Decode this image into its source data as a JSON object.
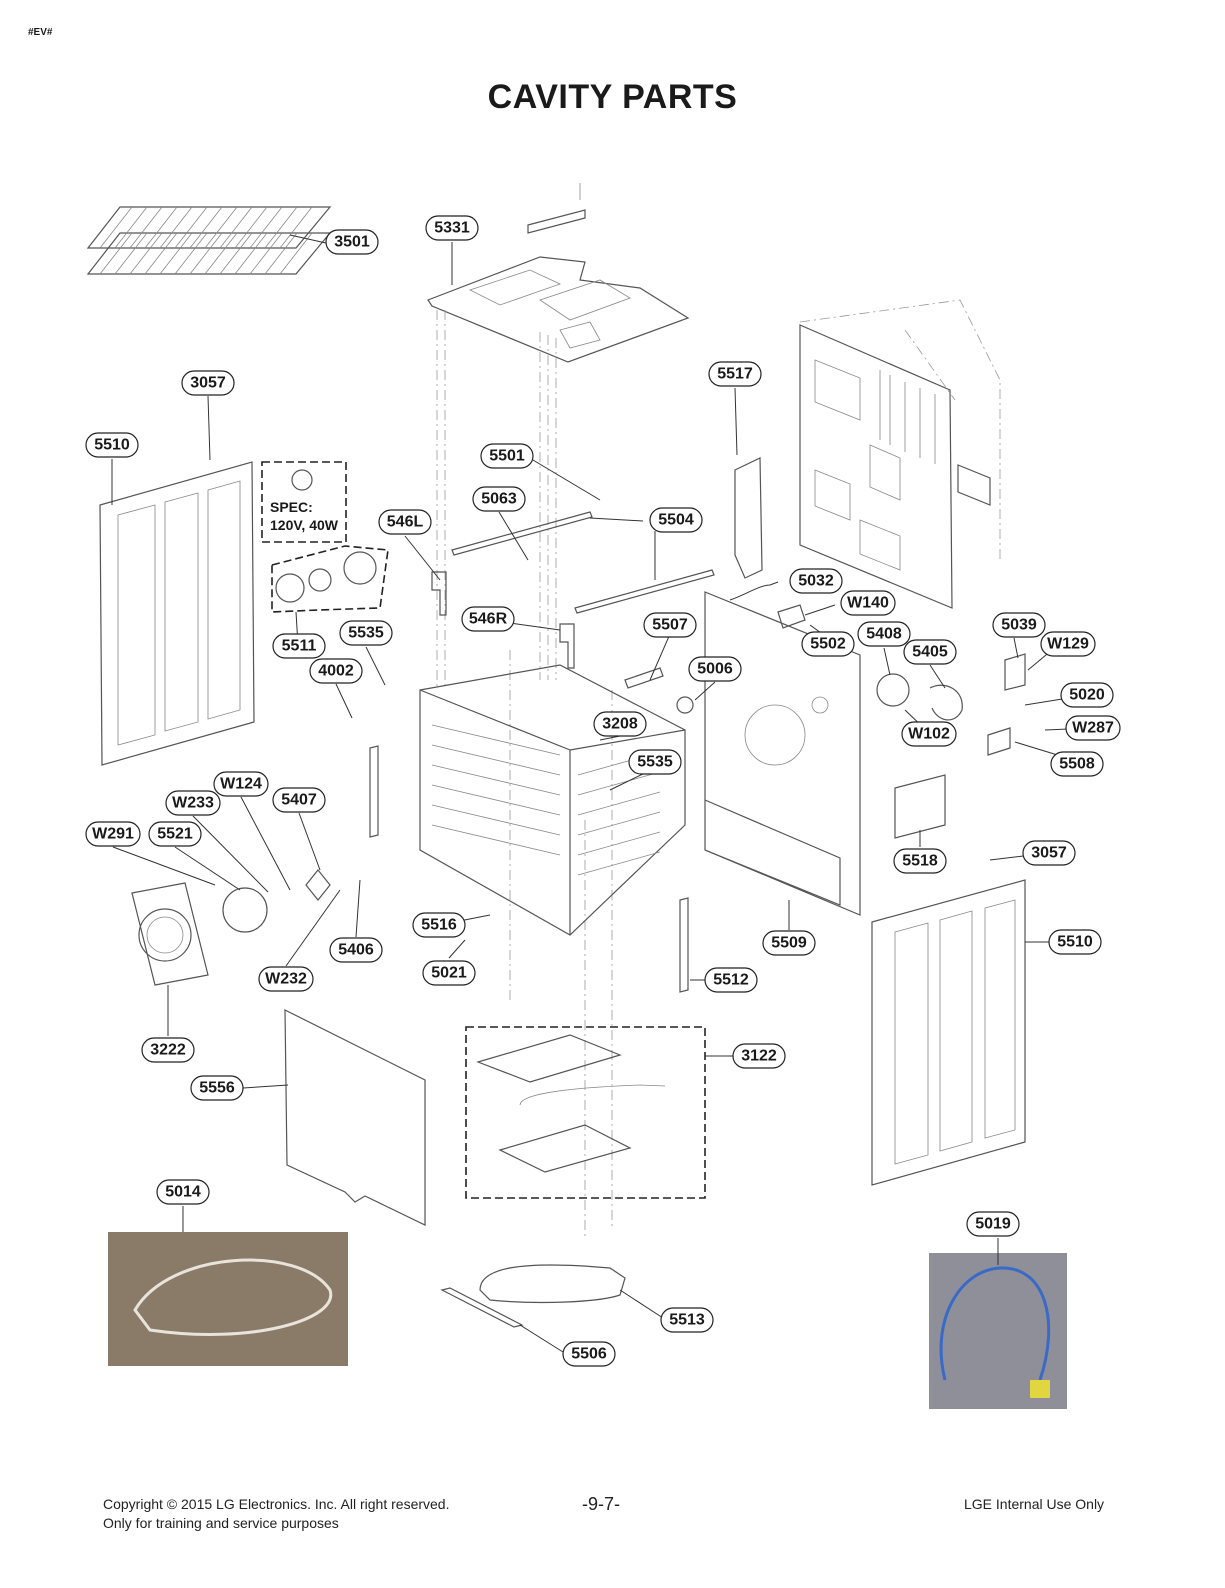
{
  "header": {
    "tag": "#EV#",
    "title": "CAVITY PARTS"
  },
  "spec_note": {
    "line1": "SPEC:",
    "line2": "120V, 40W"
  },
  "labels": [
    {
      "id": "3501",
      "text": "3501"
    },
    {
      "id": "5331",
      "text": "5331"
    },
    {
      "id": "3057a",
      "text": "3057"
    },
    {
      "id": "5510a",
      "text": "5510"
    },
    {
      "id": "5517",
      "text": "5517"
    },
    {
      "id": "5501",
      "text": "5501"
    },
    {
      "id": "5063",
      "text": "5063"
    },
    {
      "id": "546L",
      "text": "546L"
    },
    {
      "id": "5504",
      "text": "5504"
    },
    {
      "id": "5032",
      "text": "5032"
    },
    {
      "id": "W140",
      "text": "W140"
    },
    {
      "id": "5039",
      "text": "5039"
    },
    {
      "id": "W129",
      "text": "W129"
    },
    {
      "id": "5511",
      "text": "5511"
    },
    {
      "id": "5535a",
      "text": "5535"
    },
    {
      "id": "546R",
      "text": "546R"
    },
    {
      "id": "5507",
      "text": "5507"
    },
    {
      "id": "5502",
      "text": "5502"
    },
    {
      "id": "5408",
      "text": "5408"
    },
    {
      "id": "5405",
      "text": "5405"
    },
    {
      "id": "4002",
      "text": "4002"
    },
    {
      "id": "5006",
      "text": "5006"
    },
    {
      "id": "5020",
      "text": "5020"
    },
    {
      "id": "3208",
      "text": "3208"
    },
    {
      "id": "W102",
      "text": "W102"
    },
    {
      "id": "W287",
      "text": "W287"
    },
    {
      "id": "5535b",
      "text": "5535"
    },
    {
      "id": "5508",
      "text": "5508"
    },
    {
      "id": "W124",
      "text": "W124"
    },
    {
      "id": "W233",
      "text": "W233"
    },
    {
      "id": "5407",
      "text": "5407"
    },
    {
      "id": "W291",
      "text": "W291"
    },
    {
      "id": "5521",
      "text": "5521"
    },
    {
      "id": "3057b",
      "text": "3057"
    },
    {
      "id": "5518",
      "text": "5518"
    },
    {
      "id": "5516",
      "text": "5516"
    },
    {
      "id": "5510b",
      "text": "5510"
    },
    {
      "id": "5509",
      "text": "5509"
    },
    {
      "id": "5406",
      "text": "5406"
    },
    {
      "id": "5021",
      "text": "5021"
    },
    {
      "id": "W232",
      "text": "W232"
    },
    {
      "id": "5512",
      "text": "5512"
    },
    {
      "id": "3222",
      "text": "3222"
    },
    {
      "id": "3122",
      "text": "3122"
    },
    {
      "id": "5556",
      "text": "5556"
    },
    {
      "id": "5014",
      "text": "5014"
    },
    {
      "id": "5019",
      "text": "5019"
    },
    {
      "id": "5513",
      "text": "5513"
    },
    {
      "id": "5506",
      "text": "5506"
    }
  ],
  "footer": {
    "copyright": "Copyright © 2015 LG Electronics. Inc. All right reserved.",
    "training": "Only for training and service purposes",
    "page": "-9-7-",
    "internal": "LGE Internal Use Only"
  }
}
